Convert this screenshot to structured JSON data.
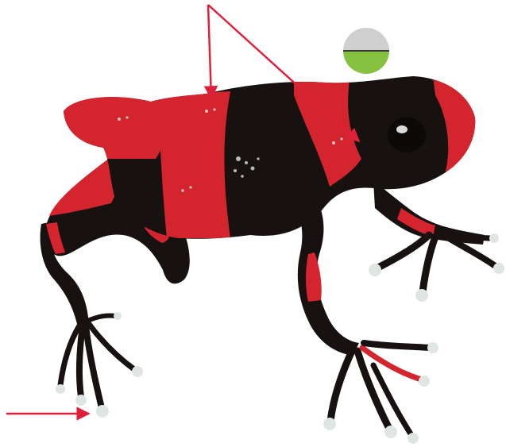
{
  "colors": {
    "background": "#ffffff",
    "frog_red": "#d4252e",
    "frog_black": "#17120f",
    "toe_pad": "#dfe6e2",
    "annotation_arrow": "#e0203a",
    "indicator_top": "#cfcfcf",
    "indicator_bottom": "#86c13f",
    "indicator_divider": "#3a3a3a"
  },
  "icons": {
    "indicator": "half-filled-circle-icon",
    "subject": "poison-dart-frog-illustration",
    "pointer_top": "double-arrow-pointer",
    "pointer_bottom": "arrow-pointer"
  }
}
